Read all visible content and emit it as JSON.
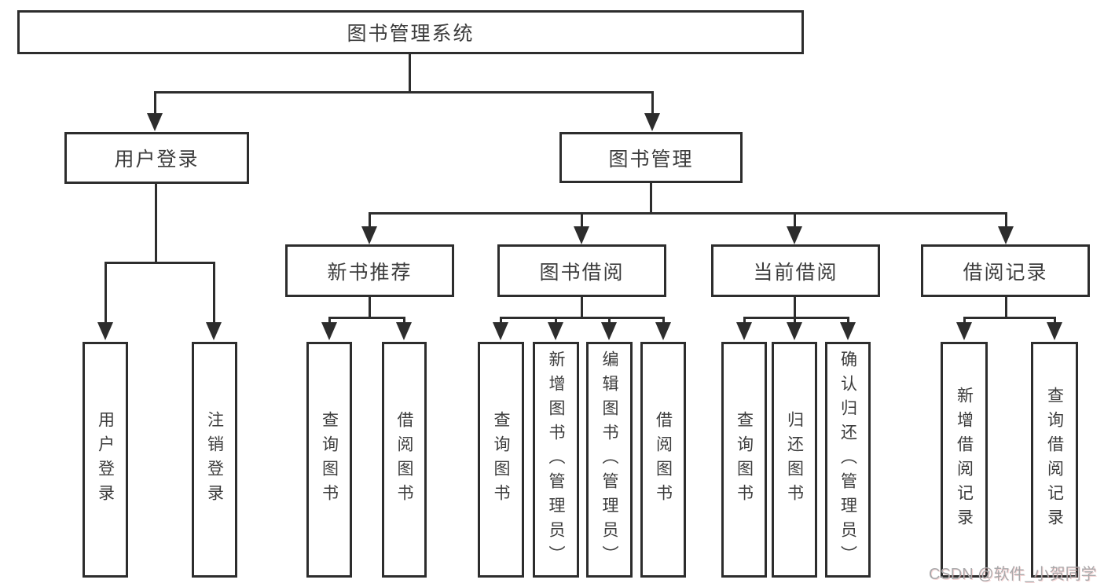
{
  "nodes": {
    "root": {
      "label": "图书管理系统"
    },
    "level2": [
      {
        "label": "用户登录"
      },
      {
        "label": "图书管理"
      }
    ],
    "level3": [
      {
        "label": "新书推荐",
        "parent": "图书管理"
      },
      {
        "label": "图书借阅",
        "parent": "图书管理"
      },
      {
        "label": "当前借阅",
        "parent": "图书管理"
      },
      {
        "label": "借阅记录",
        "parent": "图书管理"
      }
    ],
    "leaves": [
      {
        "label": "用户登录",
        "parent": "用户登录"
      },
      {
        "label": "注销登录",
        "parent": "用户登录"
      },
      {
        "label": "查询图书",
        "parent": "新书推荐"
      },
      {
        "label": "借阅图书",
        "parent": "新书推荐"
      },
      {
        "label": "查询图书",
        "parent": "图书借阅"
      },
      {
        "label": "新增图书（管理员）",
        "parent": "图书借阅"
      },
      {
        "label": "编辑图书（管理员）",
        "parent": "图书借阅"
      },
      {
        "label": "借阅图书",
        "parent": "图书借阅"
      },
      {
        "label": "查询图书",
        "parent": "当前借阅"
      },
      {
        "label": "归还图书",
        "parent": "当前借阅"
      },
      {
        "label": "确认归还（管理员）",
        "parent": "当前借阅"
      },
      {
        "label": "新增借阅记录",
        "parent": "借阅记录"
      },
      {
        "label": "查询借阅记录",
        "parent": "借阅记录"
      }
    ]
  },
  "watermark": {
    "text": "CSDN @软件_小贺同学"
  },
  "colors": {
    "line": "#2d2d2d",
    "text": "#3c3c3c",
    "watermark": "#a9a9ab"
  }
}
